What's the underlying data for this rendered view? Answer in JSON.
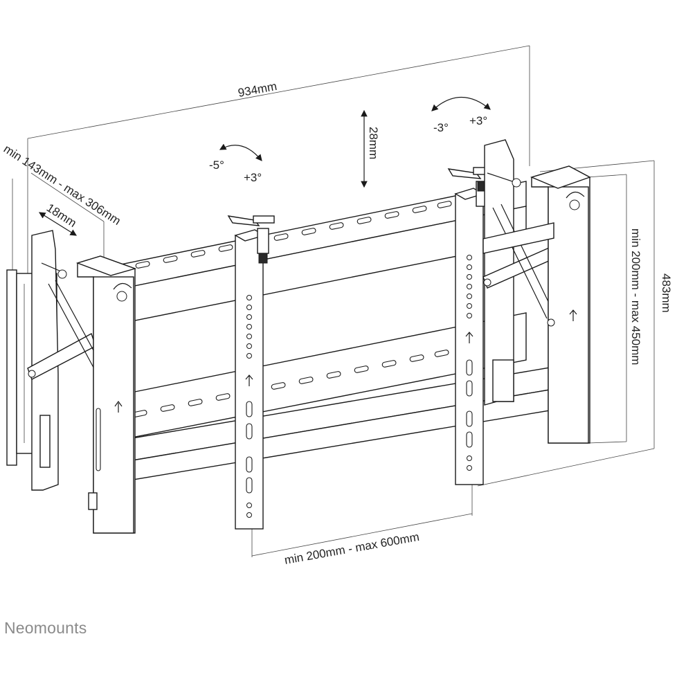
{
  "diagram": {
    "dimensions": {
      "width": "934mm",
      "depth": "min 143mm - max 306mm",
      "arm_offset": "18mm",
      "height_adjust": "28mm",
      "tv_height": "483mm",
      "vertical_range": "min 200mm - max 450mm",
      "horizontal_range": "min 200mm - max 600mm"
    },
    "tilt": {
      "left_minus": "-5°",
      "left_plus": "+3°",
      "right_minus": "-3°",
      "right_plus": "+3°"
    },
    "colors": {
      "line": "#1a1a1a",
      "brand": "#8a8a8a"
    }
  },
  "brand": {
    "name": "Neomounts"
  }
}
